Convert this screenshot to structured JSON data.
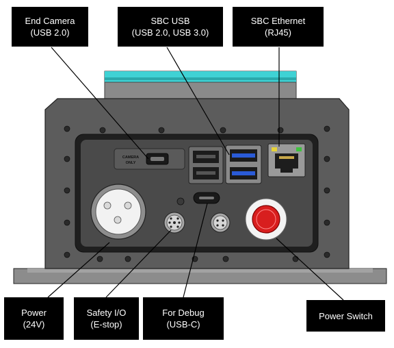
{
  "labels": {
    "end_camera": {
      "line1": "End Camera",
      "line2": "(USB 2.0)"
    },
    "sbc_usb": {
      "line1": "SBC USB",
      "line2": "(USB 2.0, USB 3.0)"
    },
    "sbc_ethernet": {
      "line1": "SBC Ethernet",
      "line2": "(RJ45)"
    },
    "power": {
      "line1": "Power",
      "line2": "(24V)"
    },
    "safety_io": {
      "line1": "Safety I/O",
      "line2": "(E-stop)"
    },
    "for_debug": {
      "line1": "For Debug",
      "line2": "(USB-C)"
    },
    "power_switch": {
      "line1": "Power Switch"
    }
  },
  "device_text": {
    "camera_port_line1": "CAMERA",
    "camera_port_line2": "ONLY"
  },
  "colors": {
    "label_bg": "#000000",
    "label_text": "#ffffff",
    "housing": "#5c5c5c",
    "housing_edge": "#222222",
    "top_ring": "#3fd2d4",
    "usb3_blue": "#2a5bd7",
    "switch_red": "#d81e1e",
    "eth_led_yellow": "#e6d23a",
    "eth_led_green": "#3ec23e"
  }
}
